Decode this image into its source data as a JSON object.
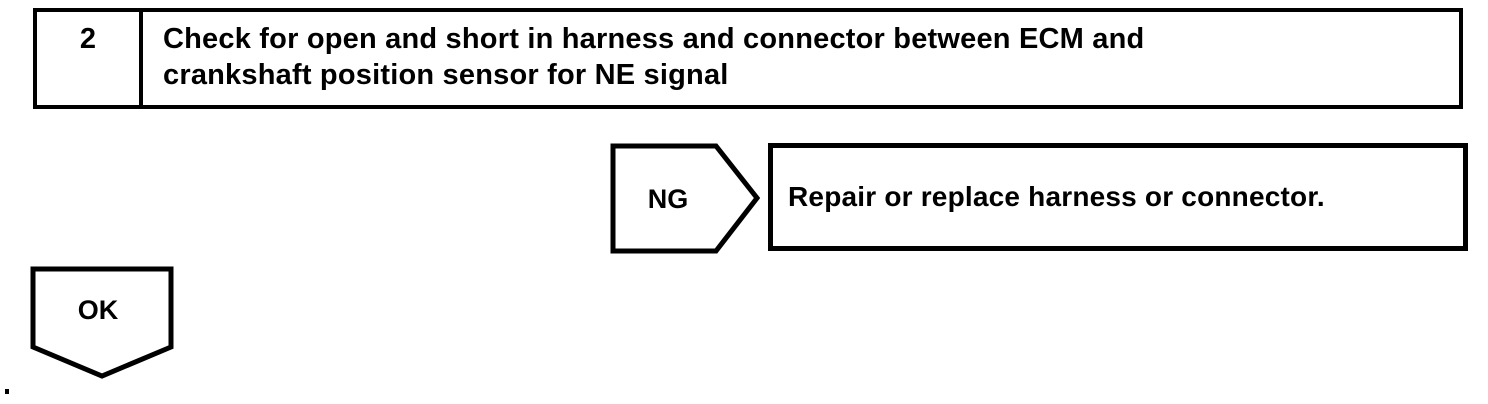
{
  "colors": {
    "line": "#000000",
    "background": "#ffffff"
  },
  "step": {
    "number": "2",
    "title": "Check for open and short in harness and connector between ECM and crankshaft position sensor for NE signal"
  },
  "ng_branch": {
    "label": "NG",
    "action": "Repair or replace harness or connector."
  },
  "ok_branch": {
    "label": "OK"
  }
}
